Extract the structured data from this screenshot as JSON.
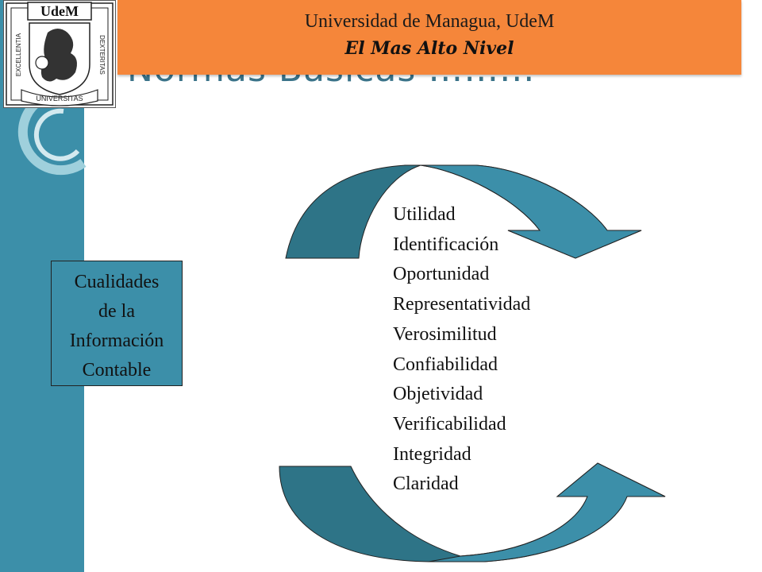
{
  "header": {
    "university": "Universidad de Managua,  UdeM",
    "motto": "El Mas Alto Nivel"
  },
  "slide": {
    "title": "Normas Basicas ……..."
  },
  "logo": {
    "icon": "udem-crest-icon",
    "brand": "UdeM",
    "left_text": "EXCELLENTIA",
    "right_text": "DEXTERITAS",
    "bottom_text": "UNIVERSITAS"
  },
  "diagram": {
    "box_label_lines": [
      "Cualidades",
      "de la",
      "Información",
      "Contable"
    ],
    "qualities": [
      "Utilidad",
      "Identificación",
      "Oportunidad",
      "Representatividad",
      "Verosimilitud",
      "Confiabilidad",
      "Objetividad",
      "Verificabilidad",
      "Integridad",
      "Claridad"
    ]
  },
  "colors": {
    "accent_teal": "#3c8fa9",
    "arrow_dark": "#2e7487",
    "banner_orange": "#f5863a"
  }
}
